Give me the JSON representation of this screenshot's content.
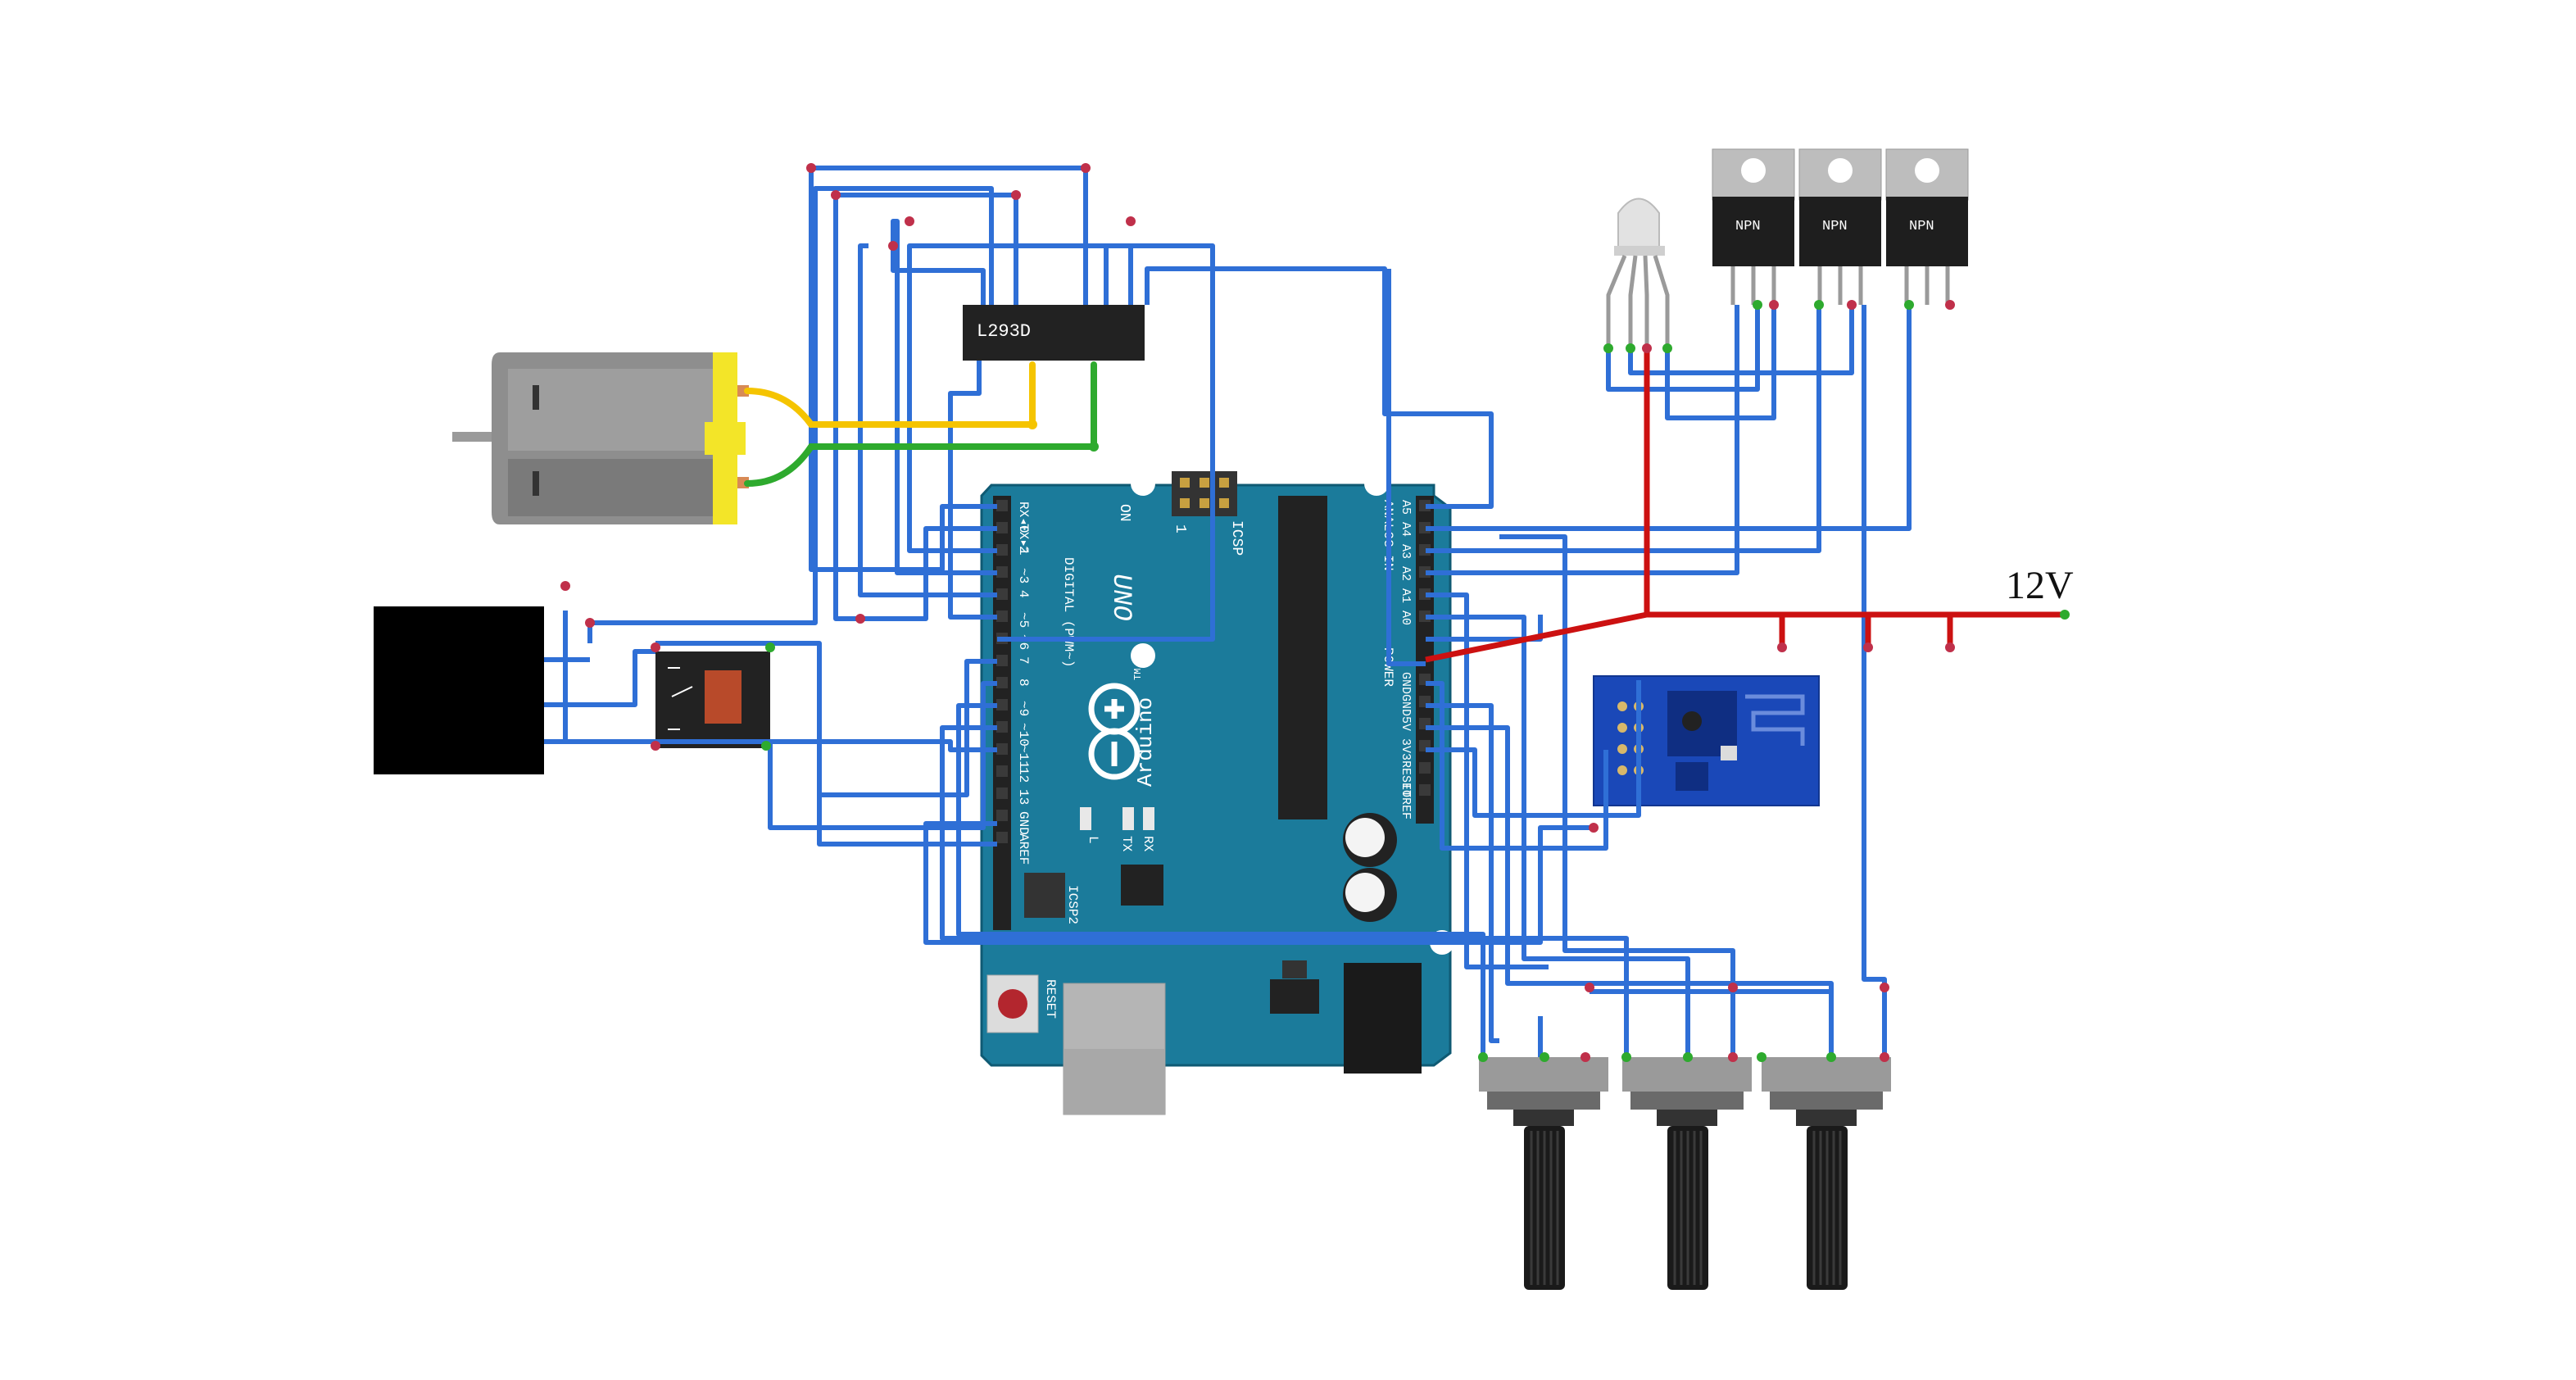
{
  "supply": {
    "label": "12V"
  },
  "chip": {
    "label": "L293D"
  },
  "transistors": [
    {
      "label": "NPN"
    },
    {
      "label": "NPN"
    },
    {
      "label": "NPN"
    }
  ],
  "arduino": {
    "name": "Arduino",
    "tm": "TM",
    "uno": "UNO",
    "on": "ON",
    "icsp": "ICSP",
    "icsp2": "ICSP2",
    "reset": "RESET",
    "digital_header": "DIGITAL (PWM~)",
    "analog_header": "ANALOG IN",
    "power_header": "POWER",
    "led_l": "L",
    "led_tx": "TX",
    "led_rx": "RX",
    "icsp_pin": "1",
    "digital_pins": [
      "RX◂0",
      "TX▸1",
      "2",
      "~3",
      "4",
      "~5",
      "~6",
      "7",
      "8",
      "~9",
      "~10",
      "~11",
      "12",
      "13",
      "GND",
      "AREF"
    ],
    "analog_pins": [
      "A5",
      "A4",
      "A3",
      "A2",
      "A1",
      "A0"
    ],
    "power_pins": [
      "GND",
      "GND",
      "5V",
      "3V3",
      "RESET",
      "IOREF"
    ]
  },
  "colors": {
    "wire_blue": "#2f6fd6",
    "wire_red": "#cc1111",
    "wire_yellow": "#f5c400",
    "wire_green": "#2eaa2e",
    "board": "#1a7a9a",
    "esp_board": "#1846b8"
  }
}
